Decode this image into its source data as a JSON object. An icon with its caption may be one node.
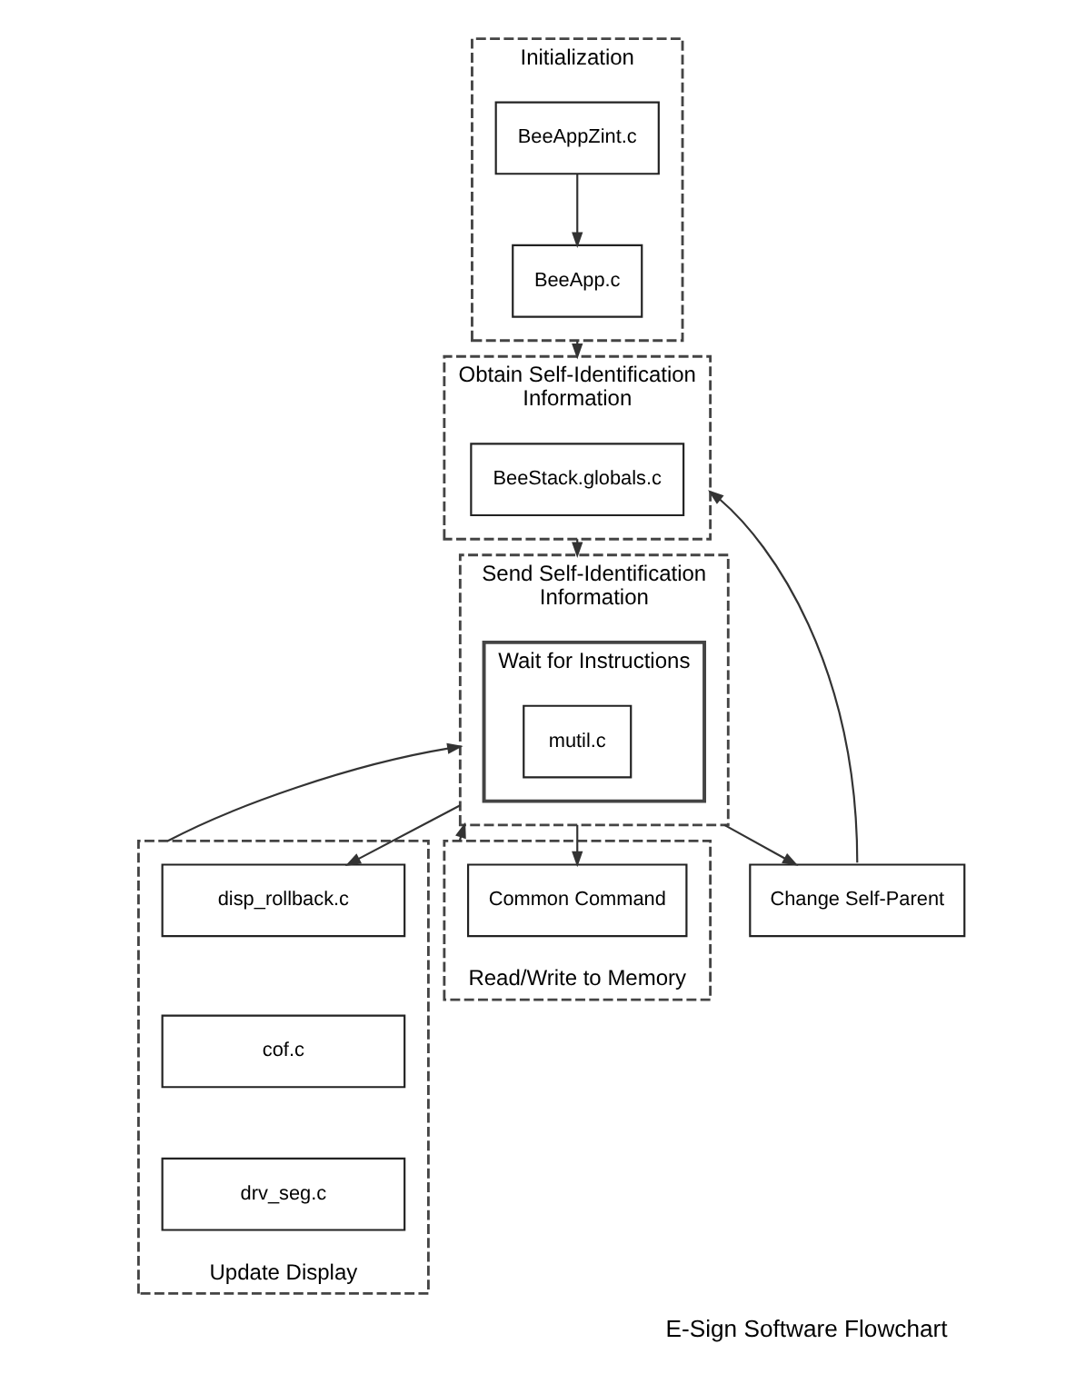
{
  "diagram": {
    "title": "E-Sign Software Flowchart",
    "nodes": [
      {
        "text": [
          "Initialization"
        ]
      },
      {
        "text": [
          "BeeAppZint.c"
        ],
        "in": 0
      },
      {
        "text": [
          "BeeApp.c"
        ],
        "in": 0
      },
      {
        "text": [
          "Obtain Self-Identification Information"
        ]
      },
      {
        "text": [
          "BeeStack.globals.c"
        ],
        "in": 3
      },
      {
        "text": [
          "Send Self-Identification Information"
        ]
      },
      {
        "text": [
          "Wait for Instructions"
        ],
        "in": 5
      },
      {
        "text": [
          "mutil.c"
        ],
        "in": 6
      },
      {
        "text": [
          "Update Display"
        ]
      },
      {
        "text": [
          "disp_rollback.c"
        ],
        "in": 8
      },
      {
        "text": [
          "cof.c"
        ],
        "in": 8
      },
      {
        "text": [
          "drv_seg.c"
        ],
        "in": 8
      },
      {
        "text": [
          "Read/Write to Memory"
        ]
      },
      {
        "text": [
          "Common Command"
        ],
        "in": 12
      },
      {
        "text": [
          "Change Self-Parent"
        ]
      }
    ],
    "edges": [
      {
        "from": 1,
        "to": 2,
        "arrow": "to"
      },
      {
        "from": 0,
        "to": 3,
        "arrow": "to"
      },
      {
        "from": 3,
        "to": 5,
        "arrow": "to"
      },
      {
        "from": 5,
        "to": 9,
        "arrow": "to"
      },
      {
        "from": 5,
        "to": 13,
        "arrow": "to"
      },
      {
        "from": 5,
        "to": 14,
        "arrow": "to"
      },
      {
        "from": 8,
        "to": 5,
        "arrow": "to"
      },
      {
        "from": 12,
        "to": 5,
        "arrow": "to"
      },
      {
        "from": 14,
        "to": 3,
        "arrow": "to"
      }
    ]
  }
}
